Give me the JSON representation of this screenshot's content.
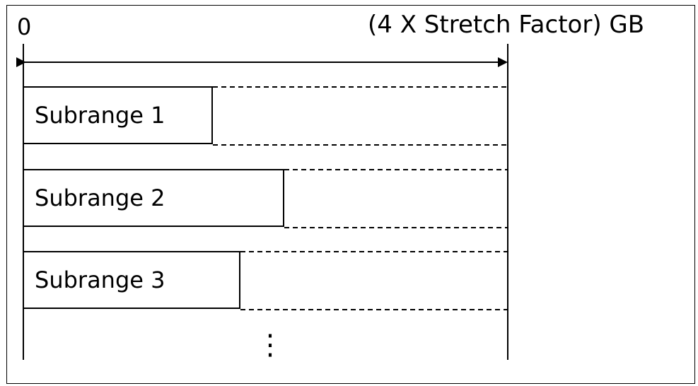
{
  "axis": {
    "start_label": "0",
    "end_label": "(4 X Stretch Factor) GB"
  },
  "subranges": [
    {
      "label": "Subrange 1",
      "fill": 0.39
    },
    {
      "label": "Subrange 2",
      "fill": 0.54
    },
    {
      "label": "Subrange 3",
      "fill": 0.45
    }
  ],
  "continuation": "⋮"
}
